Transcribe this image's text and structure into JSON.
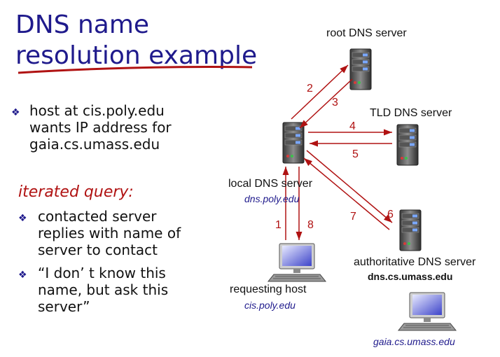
{
  "title": {
    "line1": "DNS name",
    "line2": "resolution example"
  },
  "bullets_top": [
    {
      "lines": [
        "host at cis.poly.edu",
        "wants IP address for",
        "gaia.cs.umass.edu"
      ]
    }
  ],
  "iterated_query_label": "iterated query:",
  "bullets_bottom": [
    {
      "lines": [
        "contacted server",
        "replies with name of",
        "server to contact"
      ]
    },
    {
      "lines": [
        "“I don’ t know this",
        "name, but ask this",
        "server”"
      ]
    }
  ],
  "nodes": {
    "root": {
      "label": "root DNS server"
    },
    "tld": {
      "label": "TLD DNS server"
    },
    "local": {
      "label": "local DNS server",
      "sub": "dns.poly.edu"
    },
    "auth": {
      "label": "authoritative DNS server",
      "sub": "dns.cs.umass.edu"
    },
    "requesting": {
      "label": "requesting host",
      "sub": "cis.poly.edu"
    },
    "gaia": {
      "sub": "gaia.cs.umass.edu"
    }
  },
  "steps": [
    "1",
    "2",
    "3",
    "4",
    "5",
    "6",
    "7",
    "8"
  ],
  "colors": {
    "title": "#1f1a8c",
    "arrow": "#b01212",
    "accent": "#b01212",
    "subtext": "#1f1a8c"
  }
}
